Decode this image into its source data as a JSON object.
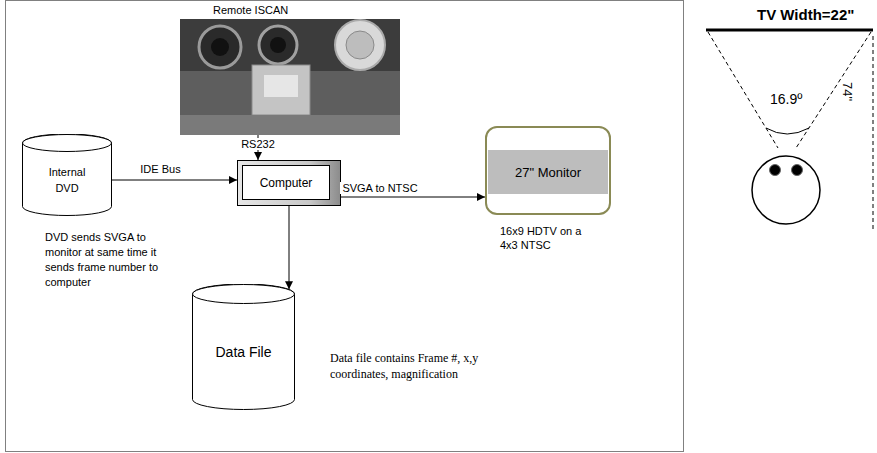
{
  "diagram": {
    "nodes": [
      {
        "text": [
          "Remote ISCAN"
        ]
      },
      {
        "text": [
          "Internal DVD"
        ]
      },
      {
        "text": [
          "Computer"
        ]
      },
      {
        "text": [
          "27\" Monitor"
        ]
      },
      {
        "text": [
          "Data File"
        ]
      }
    ],
    "edges": [
      {
        "from": 0,
        "to": 2,
        "label": "RS232",
        "arrow": "to"
      },
      {
        "from": 1,
        "to": 2,
        "label": "IDE Bus",
        "arrow": "to"
      },
      {
        "from": 2,
        "to": 3,
        "label": "SVGA to NTSC",
        "arrow": "to"
      },
      {
        "from": 2,
        "to": 4,
        "arrow": "to"
      }
    ],
    "labels": [
      "DVD sends SVGA to monitor at same time it sends frame number to computer",
      "16x9 HDTV on a 4x3 NTSC",
      "Data file contains Frame #, x,y coordinates, magnification",
      "TV Width=22\"",
      "16.9º",
      "74\""
    ]
  }
}
